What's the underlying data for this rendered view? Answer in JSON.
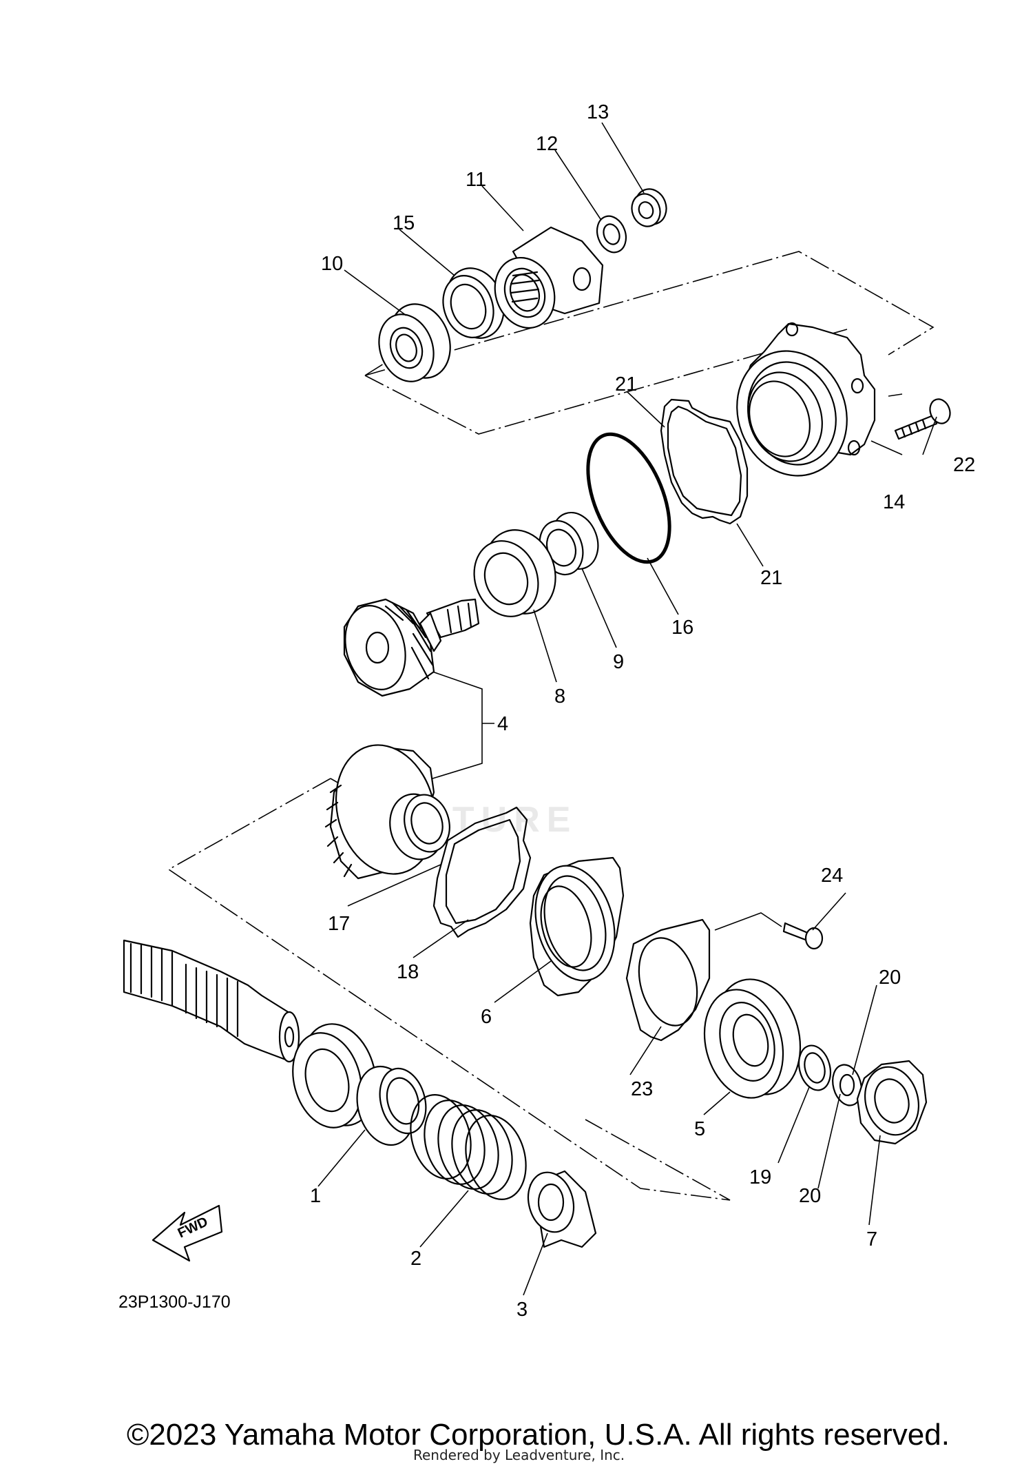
{
  "diagram": {
    "reference_code": "23P1300-J170",
    "copyright": "©2023 Yamaha Motor Corporation, U.S.A. All rights reserved.",
    "rendered_by": "Rendered by Leadventure, Inc.",
    "watermark": "VENTURE",
    "fwd_label": "FWD",
    "callouts": {
      "c1": "1",
      "c2": "2",
      "c3": "3",
      "c4": "4",
      "c5": "5",
      "c6": "6",
      "c7": "7",
      "c8": "8",
      "c9": "9",
      "c10": "10",
      "c11": "11",
      "c12": "12",
      "c13": "13",
      "c14": "14",
      "c15": "15",
      "c16": "16",
      "c17": "17",
      "c18": "18",
      "c19": "19",
      "c20a": "20",
      "c20b": "20",
      "c21a": "21",
      "c21b": "21",
      "c22": "22",
      "c23": "23",
      "c24": "24"
    }
  }
}
